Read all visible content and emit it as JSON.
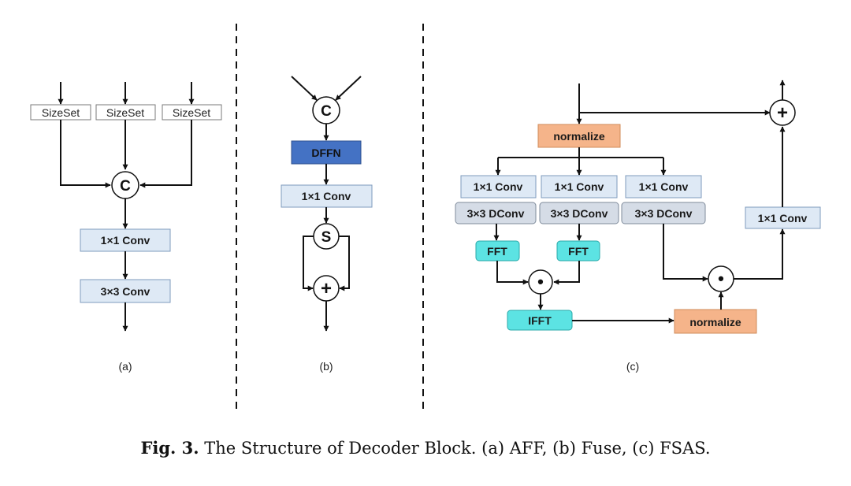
{
  "panels": {
    "a": {
      "sublabel": "(a)",
      "sizeset_1": "SizeSet",
      "sizeset_2": "SizeSet",
      "sizeset_3": "SizeSet",
      "concat": "C",
      "conv1": "1×1 Conv",
      "conv3": "3×3 Conv"
    },
    "b": {
      "sublabel": "(b)",
      "concat": "C",
      "dffn": "DFFN",
      "conv1": "1×1 Conv",
      "split": "S",
      "add": "+"
    },
    "c": {
      "sublabel": "(c)",
      "normalize_top": "normalize",
      "conv1_left": "1×1 Conv",
      "conv1_mid": "1×1 Conv",
      "conv1_right": "1×1 Conv",
      "dconv_left": "3×3 DConv",
      "dconv_mid": "3×3 DConv",
      "dconv_right": "3×3 DConv",
      "fft_left": "FFT",
      "fft_right": "FFT",
      "mul_left": "•",
      "ifft": "IFFT",
      "normalize_bottom": "normalize",
      "mul_right": "•",
      "conv1_out": "1×1 Conv",
      "add": "+"
    }
  },
  "caption": {
    "fig_label": "Fig. 3.",
    "text": " The Structure of Decoder Block. (a) AFF, (b) Fuse, (c) FSAS."
  },
  "colors": {
    "light_blue": "#dee9f5",
    "light_blue_border": "#7f9bbd",
    "dark_blue": "#4472c4",
    "gray_blue": "#d5dce6",
    "cyan": "#5ce3e3",
    "orange": "#f5b48a",
    "orange_border": "#d08b5a"
  }
}
